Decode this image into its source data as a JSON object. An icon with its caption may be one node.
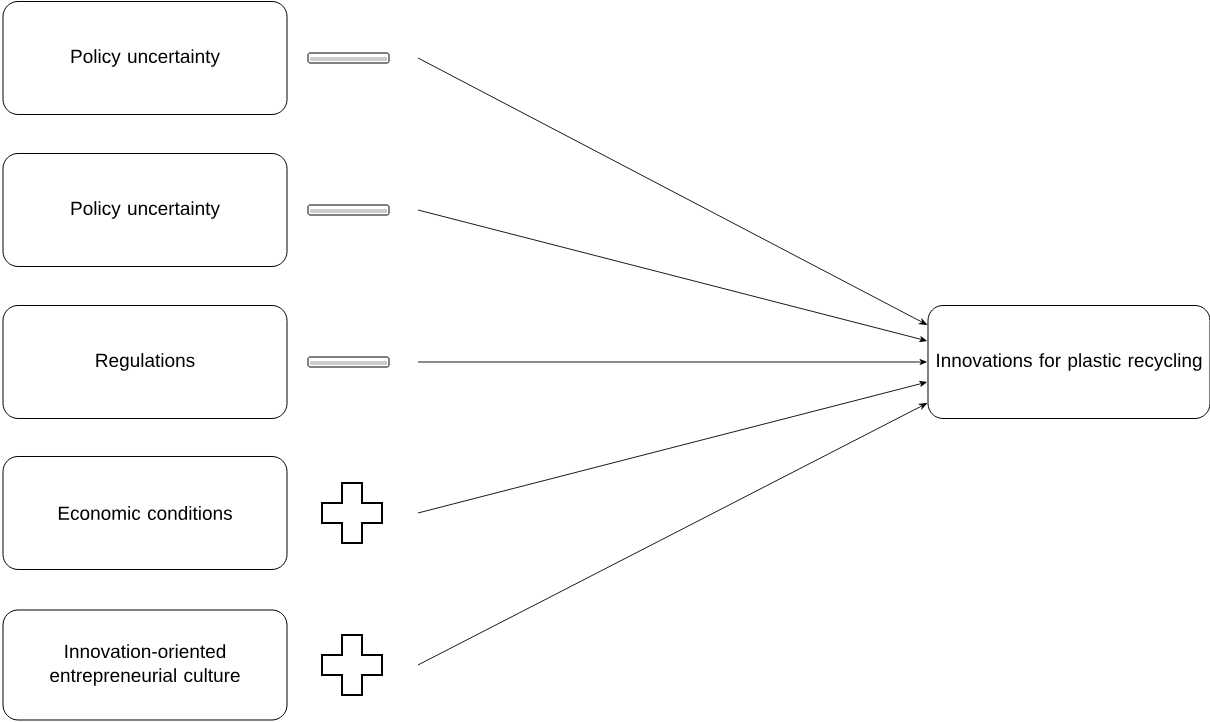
{
  "diagram": {
    "nodes": [
      {
        "text": [
          "Policy uncertainty"
        ]
      },
      {
        "text": [
          "Policy uncertainty"
        ]
      },
      {
        "text": [
          "Regulations"
        ]
      },
      {
        "text": [
          "Economic conditions"
        ]
      },
      {
        "text": [
          "Innovation-oriented entrepreneurial culture"
        ]
      },
      {
        "text": [
          "Innovations for plastic recycling"
        ]
      }
    ],
    "edges": [
      {
        "from": null,
        "to": 5,
        "arrow": "to"
      },
      {
        "from": null,
        "to": 5,
        "arrow": "to"
      },
      {
        "from": null,
        "to": 5,
        "arrow": "to"
      },
      {
        "from": null,
        "to": 5,
        "arrow": "to"
      },
      {
        "from": null,
        "to": 5,
        "arrow": "to"
      }
    ]
  }
}
